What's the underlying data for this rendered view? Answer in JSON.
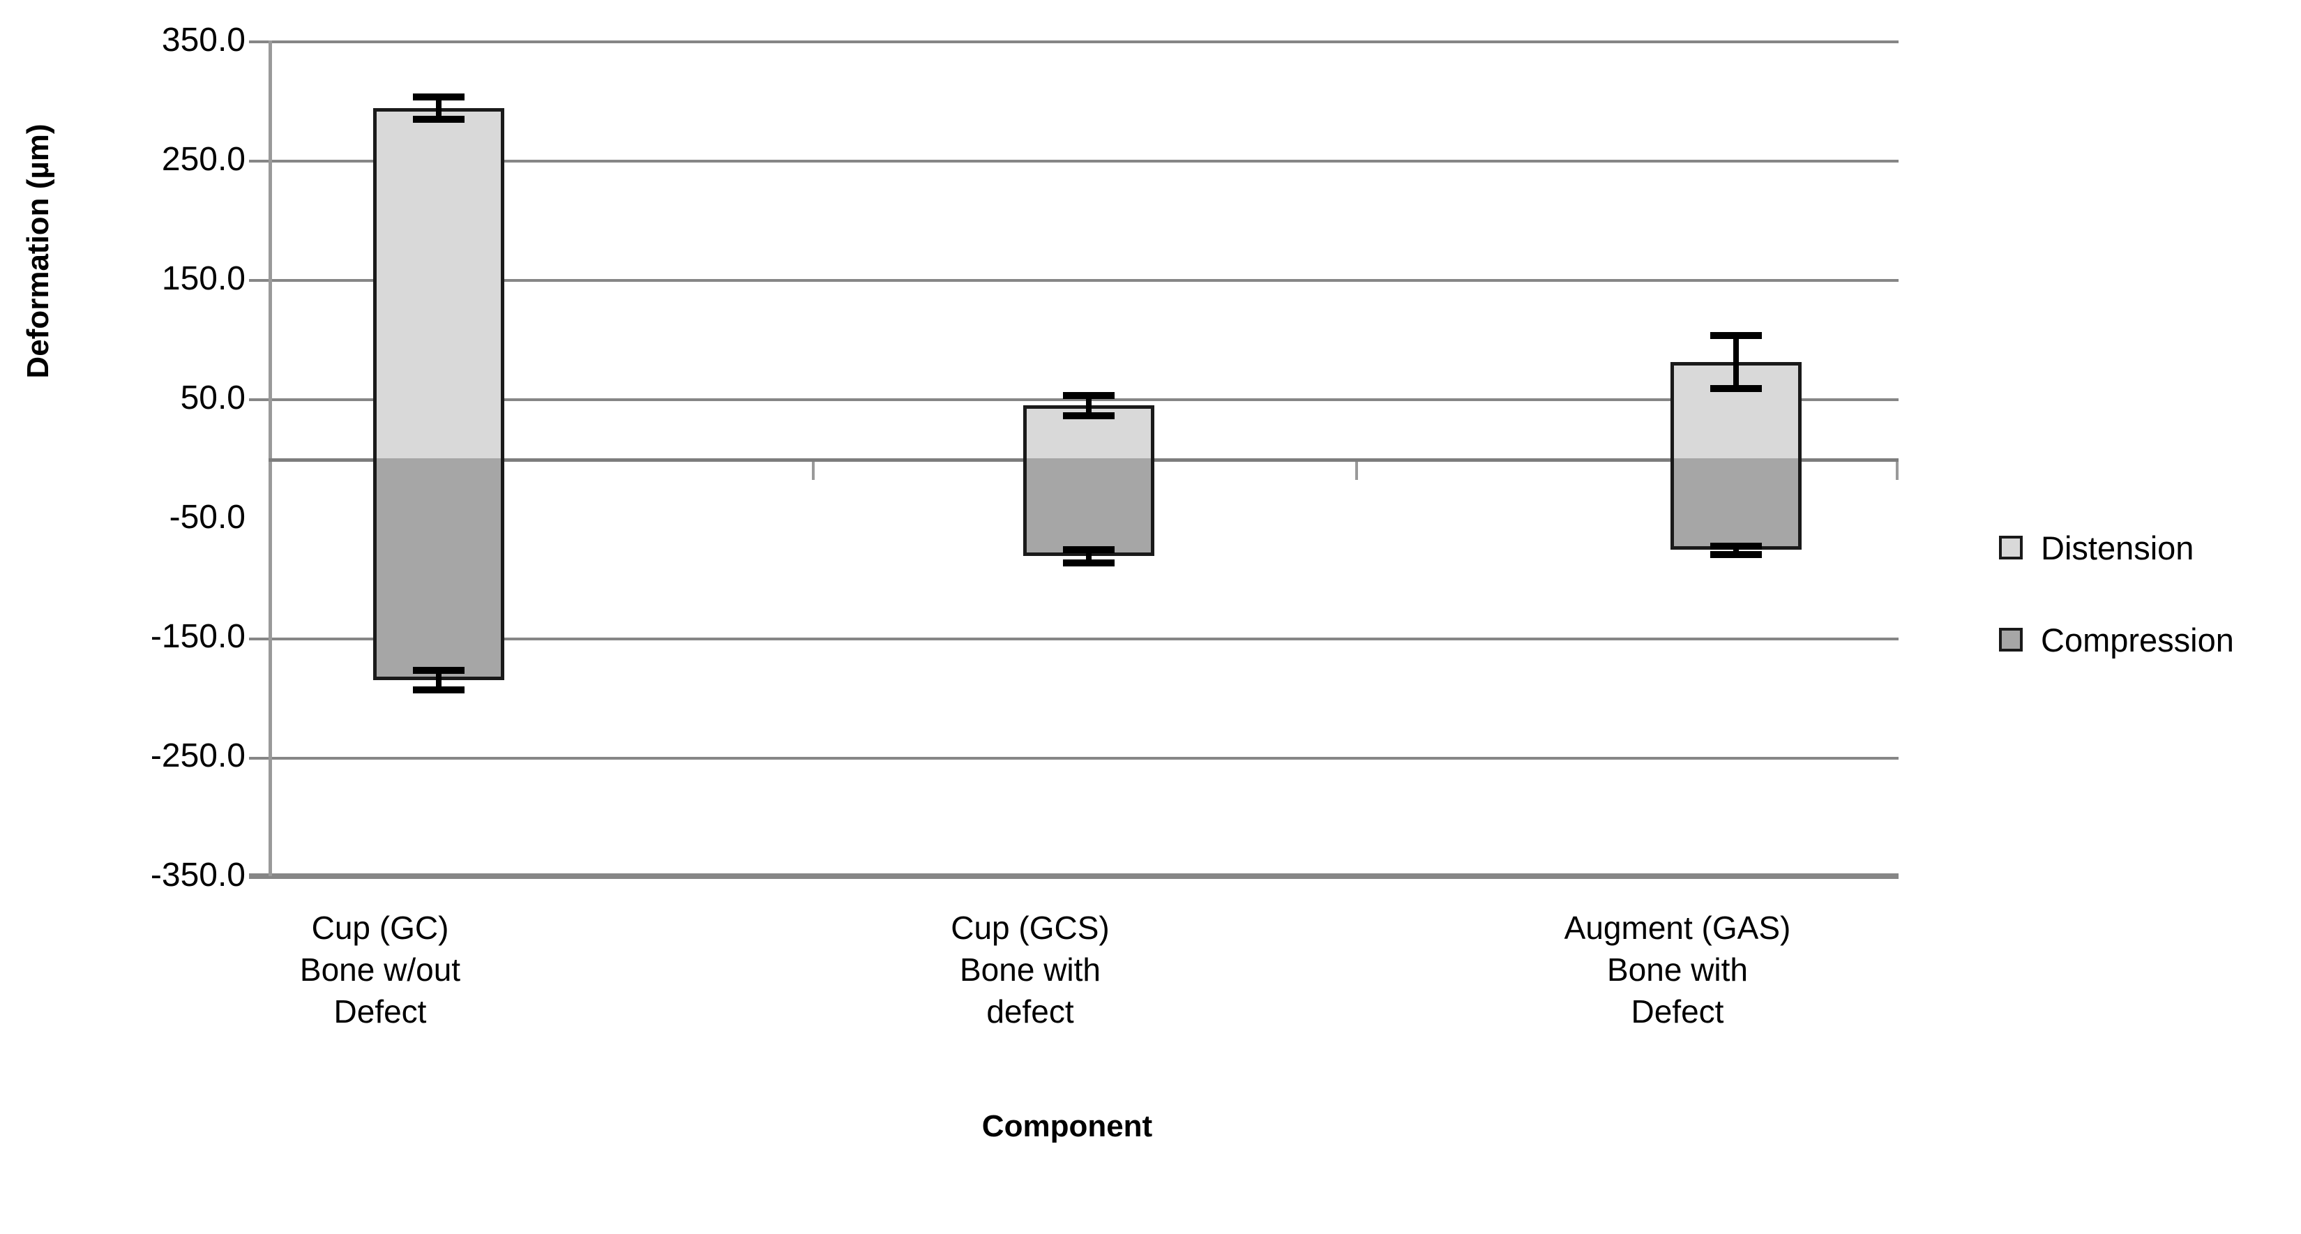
{
  "chart_data": {
    "type": "bar",
    "title": "",
    "subtitle": "",
    "xlabel": "Component",
    "ylabel": "Deformation (µm)",
    "ylim": [
      -350,
      350
    ],
    "ytick_labels": [
      "350.0",
      "250.0",
      "150.0",
      "50.0",
      "-50.0",
      "-150.0",
      "-250.0",
      "-350.0"
    ],
    "ytick_values": [
      350,
      250,
      150,
      50,
      -50,
      -150,
      -250,
      -350
    ],
    "grid": true,
    "legend_position": "right",
    "orientation": "vertical",
    "stacked_signed": true,
    "categories": [
      "Cup (GC)\nBone w/out\nDefect",
      "Cup (GCS)\nBone with\ndefect",
      "Augment (GAS)\nBone with\nDefect"
    ],
    "category_lines": [
      [
        "Cup (GC)",
        "Bone w/out",
        "Defect"
      ],
      [
        "Cup (GCS)",
        "Bone with",
        "defect"
      ],
      [
        "Augment (GAS)",
        "Bone with",
        "Defect"
      ]
    ],
    "series": [
      {
        "name": "Distension",
        "color": "#d9d9d9",
        "values": [
          290.0,
          44.0,
          81.0
        ],
        "errors": [
          12.0,
          11.0,
          25.0
        ]
      },
      {
        "name": "Compression",
        "color": "#a6a6a6",
        "values": [
          -183.0,
          -79.0,
          -74.0
        ],
        "errors": [
          10.0,
          8.0,
          3.0
        ]
      }
    ]
  },
  "legend": {
    "items": [
      {
        "label": "Distension",
        "color": "#d9d9d9"
      },
      {
        "label": "Compression",
        "color": "#a6a6a6"
      }
    ]
  },
  "axes": {
    "y_title": "Deformation (µm)",
    "x_title": "Component"
  },
  "colors": {
    "distension": "#d9d9d9",
    "compression": "#a6a6a6",
    "bar_outline": "#1a1a1a",
    "gridline": "#868686",
    "axis": "#9a9a9a",
    "text": "#000000",
    "background": "#ffffff"
  }
}
